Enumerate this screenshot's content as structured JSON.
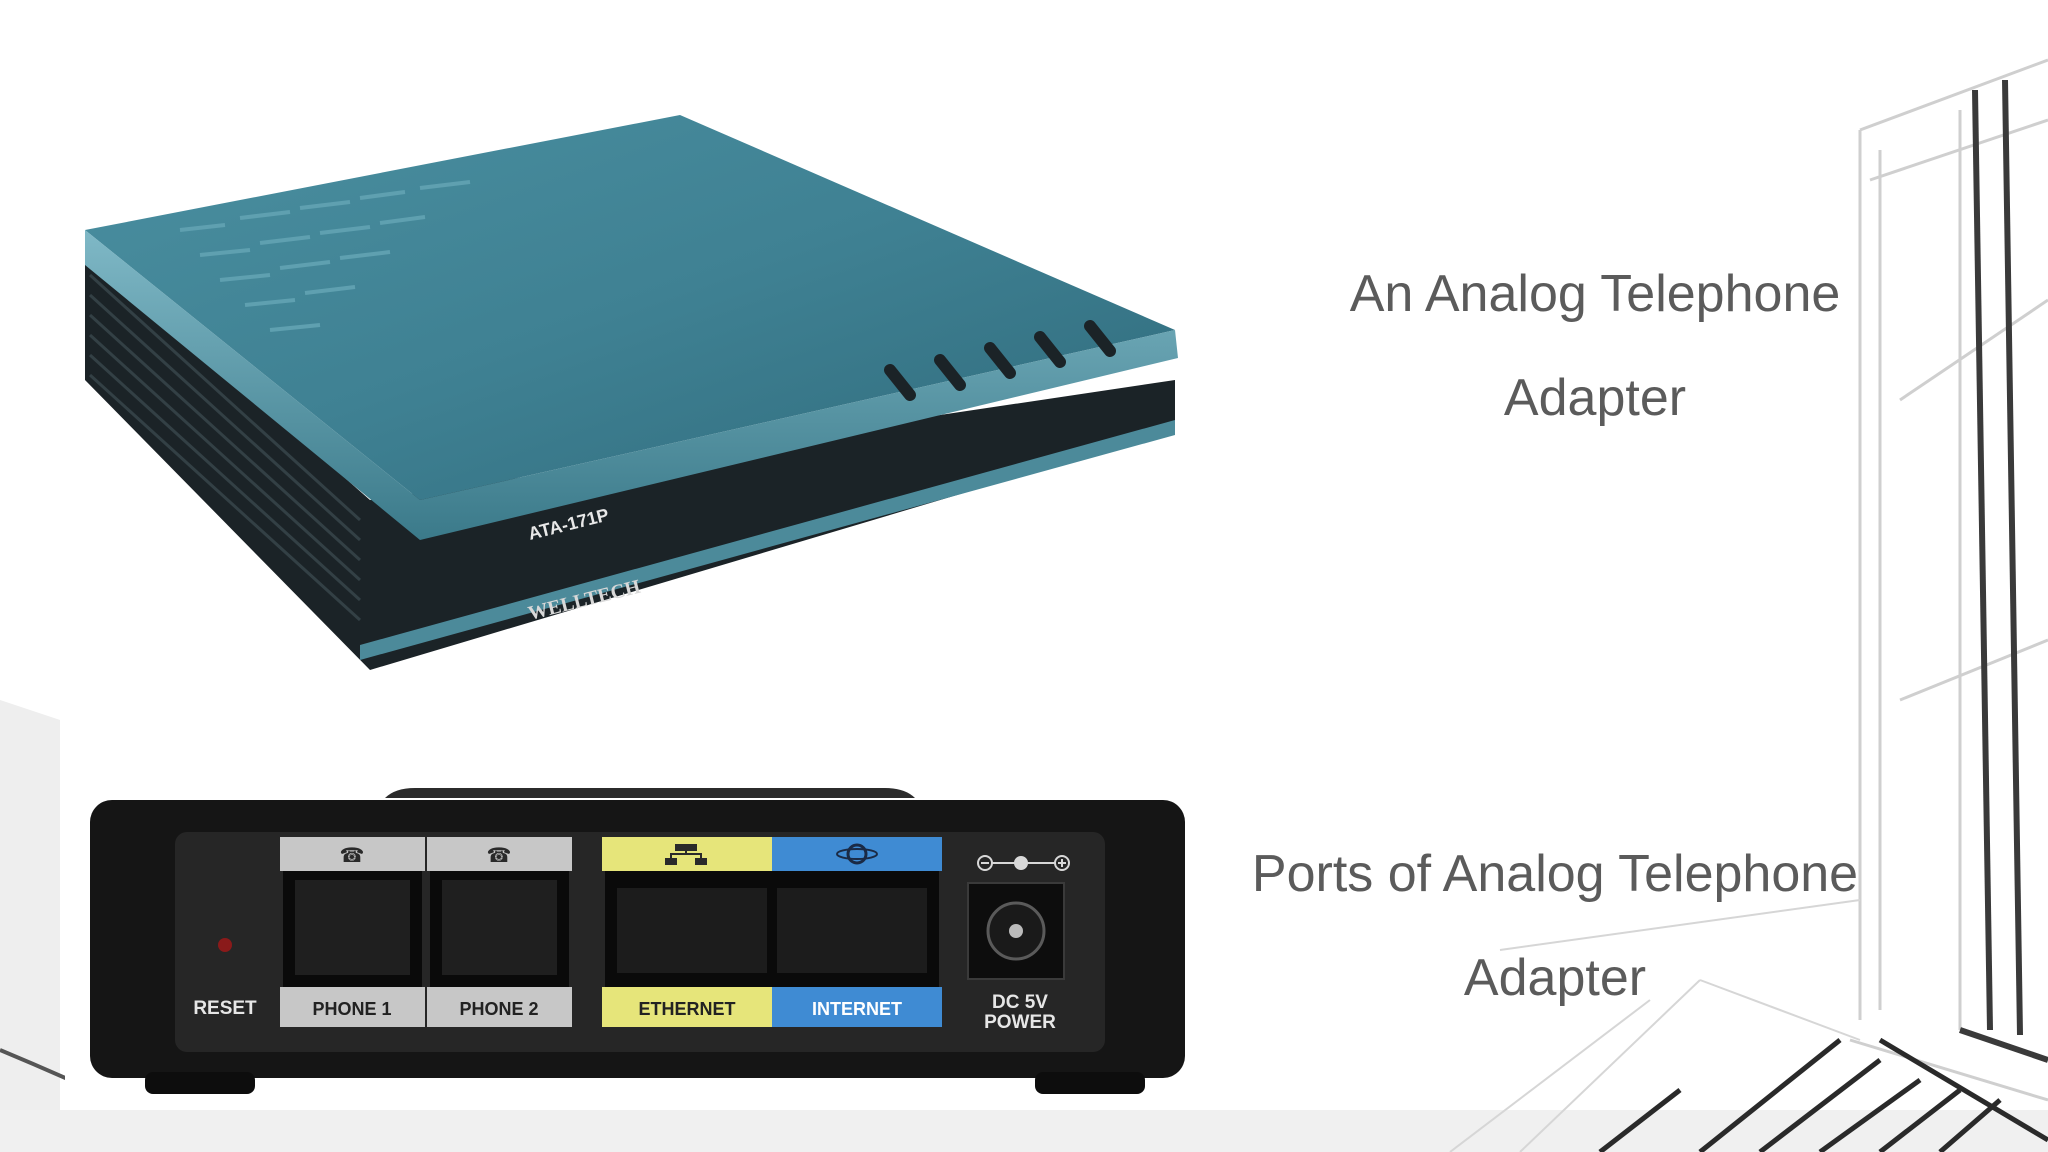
{
  "captions": {
    "adapter_line1": "An Analog Telephone",
    "adapter_line2": "Adapter",
    "ports_line1": "Ports of Analog Telephone",
    "ports_line2": "Adapter"
  },
  "device_top": {
    "model": "ATA-171P",
    "brand": "WELLTECH"
  },
  "device_rear": {
    "reset": "RESET",
    "phone1": "PHONE 1",
    "phone2": "PHONE 2",
    "ethernet": "ETHERNET",
    "internet": "INTERNET",
    "power_line1": "DC 5V",
    "power_line2": "POWER",
    "phone1_num": "1",
    "phone2_num": "2"
  },
  "colors": {
    "caption": "#5b5b5b",
    "device_teal": "#4f8b9c",
    "ethernet": "#e6e57a",
    "internet": "#3f8bd3",
    "phone_label": "#c7c7c7"
  }
}
